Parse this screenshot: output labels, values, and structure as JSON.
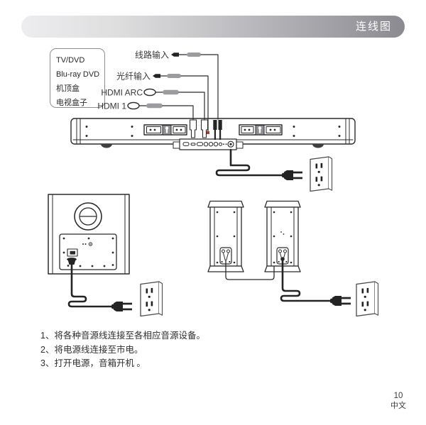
{
  "header": {
    "title": "连线图"
  },
  "source_device_box": {
    "items": [
      "TV/DVD",
      "Blu-ray DVD",
      "机顶盒",
      "电视盒子"
    ]
  },
  "cable_labels": {
    "line_in": "线路输入",
    "optical_in": "光纤输入",
    "hdmi_arc": "HDMI ARC",
    "hdmi_1": "HDMI 1"
  },
  "instructions": {
    "steps": [
      "1、将各种音源线连接至各相应音源设备。",
      "2、将电源线连接至市电。",
      "3、打开电源，音箱开机 。"
    ]
  },
  "footer": {
    "page_number": "10",
    "language": "中文"
  },
  "colors": {
    "line_art": "#2b2b2b",
    "outlet_line": "#4a4a4e",
    "cable_sleeve": "#9c9ca0",
    "header_gradient_start": "#ededef",
    "header_gradient_end": "#8a8a90",
    "header_text": "#ffffff",
    "optical_dot": "#b03a2e"
  }
}
